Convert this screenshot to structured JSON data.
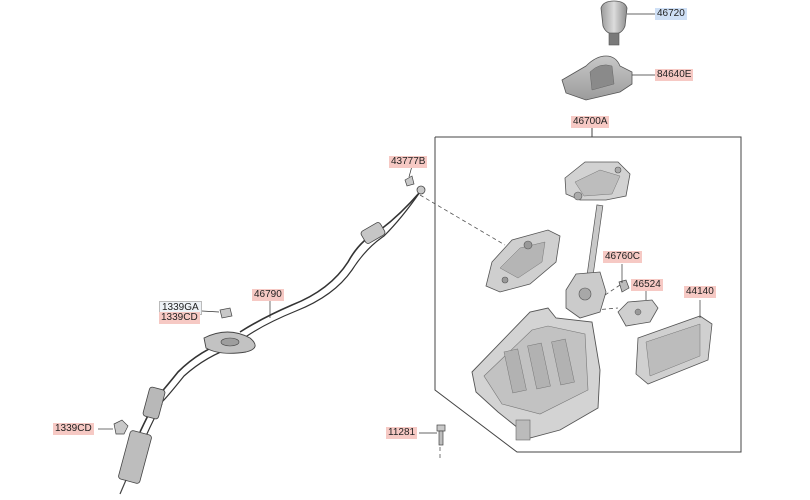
{
  "colors": {
    "label_highlight": "#f6c9c4",
    "label_highlight_selected": "#cfe0f6",
    "part_fill": "#d4d4d4",
    "part_stroke": "#555555",
    "leader_line": "#333333"
  },
  "callouts": {
    "p46720": "46720",
    "p84640e": "84640E",
    "p46700a": "46700A",
    "p43777b": "43777B",
    "p46760c": "46760C",
    "p46524": "46524",
    "p44140": "44140",
    "p46790": "46790",
    "p1339ga": "1339GA",
    "p1339cd_upper": "1339CD",
    "p1339cd_lower": "1339CD",
    "p11281": "11281"
  },
  "selected_part": "46720"
}
